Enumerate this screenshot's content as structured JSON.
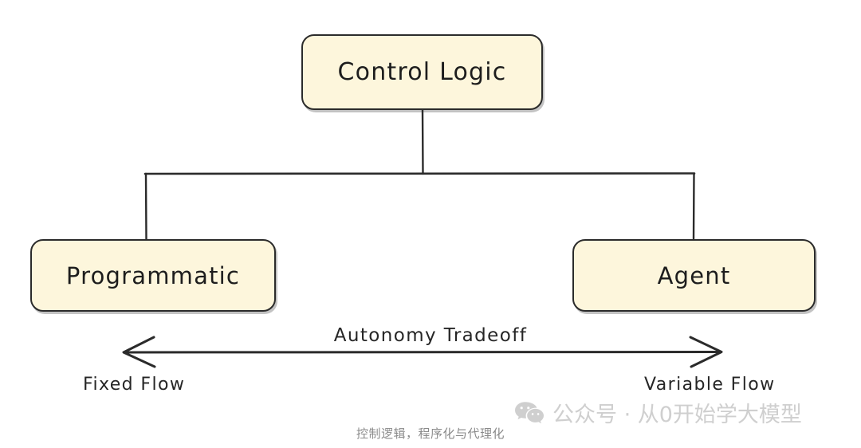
{
  "diagram": {
    "title": "Control Logic",
    "nodes": [
      {
        "id": "control-logic",
        "label": "Control Logic"
      },
      {
        "id": "programmatic",
        "label": "Programmatic"
      },
      {
        "id": "agent",
        "label": "Agent"
      }
    ],
    "axis": {
      "label": "Autonomy Tradeoff",
      "left_end": "Fixed Flow",
      "right_end": "Variable Flow",
      "arrow": "double-headed"
    },
    "colors": {
      "node_fill": "#FDF6DC",
      "node_stroke": "#2b2b2b",
      "text": "#1d1d1d",
      "axis_text": "#262626",
      "caption": "#8a8a8a",
      "watermark": "#cfcfcf",
      "background": "#ffffff"
    }
  },
  "watermark": {
    "icon": "wechat-icon",
    "text": "公众号 · 从0开始学大模型"
  },
  "caption": {
    "text": "控制逻辑，程序化与代理化"
  }
}
